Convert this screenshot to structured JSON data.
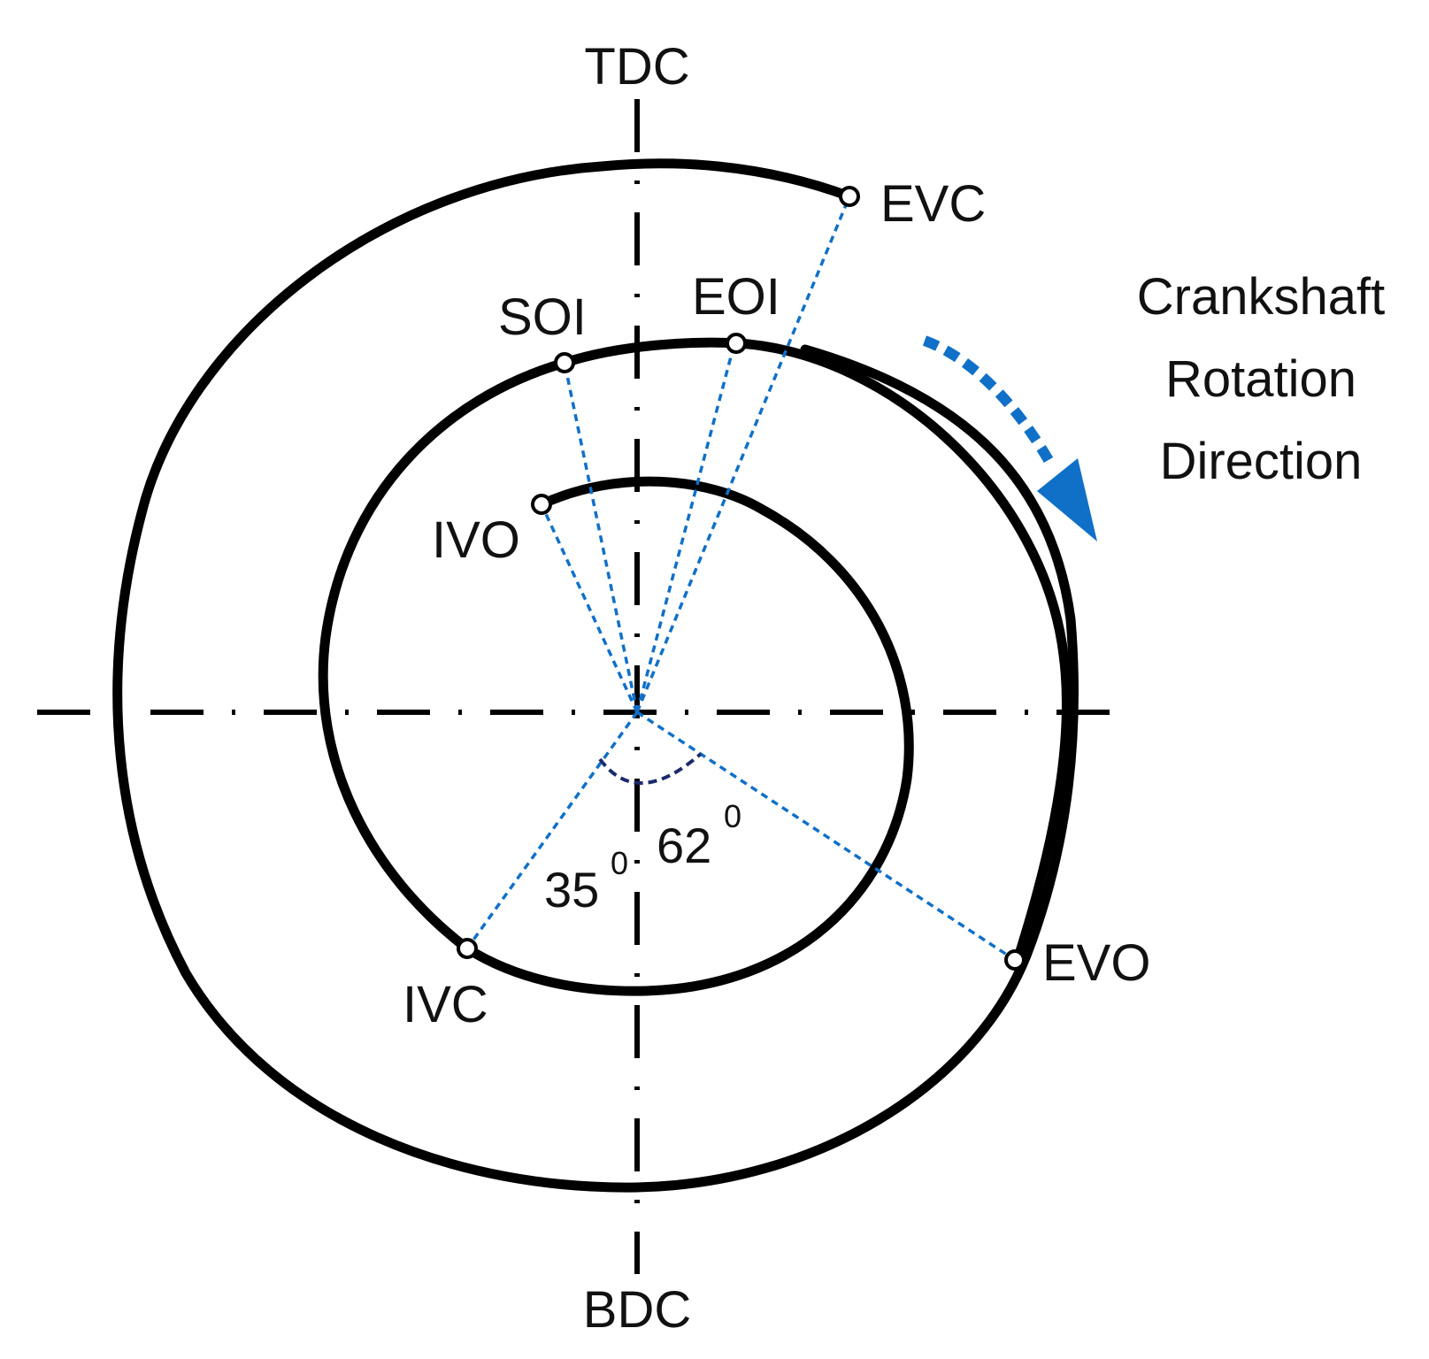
{
  "diagram": {
    "dead_centers": {
      "top": "TDC",
      "bottom": "BDC"
    },
    "events": {
      "evc": "EVC",
      "soi": "SOI",
      "eoi": "EOI",
      "ivo": "IVO",
      "ivc": "IVC",
      "evo": "EVO"
    },
    "angles": {
      "ivc_value": "35",
      "evo_value": "62",
      "unit_superscript": "0"
    },
    "rotation_label": [
      "Crankshaft",
      "Rotation",
      "Direction"
    ],
    "colors": {
      "ring": "#000000",
      "ray": "#1070c8",
      "arrow": "#1070c8",
      "angle_arc": "#1a2a6c"
    }
  }
}
